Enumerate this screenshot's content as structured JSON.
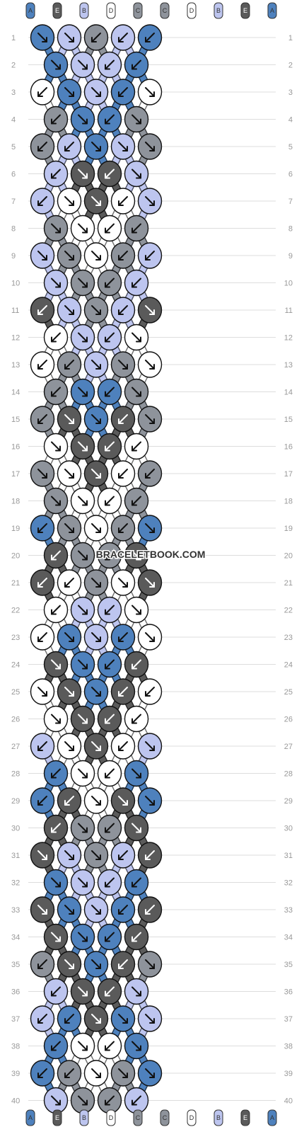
{
  "pattern": {
    "colors": {
      "A": "#4e81bd",
      "E": "#5a5a5a",
      "B": "#bdc5ef",
      "D": "#ffffff",
      "C": "#8e939b"
    },
    "strands_top": [
      "A",
      "E",
      "B",
      "D",
      "C",
      "C",
      "D",
      "B",
      "E",
      "A"
    ],
    "strands_bottom": [
      "A",
      "E",
      "B",
      "D",
      "C",
      "C",
      "D",
      "B",
      "E",
      "A"
    ],
    "row_count": 40,
    "row_labels": [
      "1",
      "2",
      "3",
      "4",
      "5",
      "6",
      "7",
      "8",
      "9",
      "10",
      "11",
      "12",
      "13",
      "14",
      "15",
      "16",
      "17",
      "18",
      "19",
      "20",
      "21",
      "22",
      "23",
      "24",
      "25",
      "26",
      "27",
      "28",
      "29",
      "30",
      "31",
      "32",
      "33",
      "34",
      "35",
      "36",
      "37",
      "38",
      "39",
      "40"
    ],
    "watermark": "BRACELETBOOK.COM",
    "rows": [
      [
        [
          "A",
          "SE"
        ],
        [
          "B",
          "SE"
        ],
        [
          "C",
          "SW"
        ],
        [
          "B",
          "SW"
        ],
        [
          "A",
          "SW"
        ]
      ],
      [
        [
          "A",
          "SE"
        ],
        [
          "B",
          "SE"
        ],
        [
          "B",
          "SW"
        ],
        [
          "A",
          "SW"
        ]
      ],
      [
        [
          "D",
          "SW"
        ],
        [
          "A",
          "SE"
        ],
        [
          "B",
          "SE"
        ],
        [
          "A",
          "SW"
        ],
        [
          "D",
          "SE"
        ]
      ],
      [
        [
          "C",
          "SW"
        ],
        [
          "A",
          "SE"
        ],
        [
          "A",
          "SW"
        ],
        [
          "C",
          "SE"
        ]
      ],
      [
        [
          "C",
          "SW"
        ],
        [
          "B",
          "SW"
        ],
        [
          "A",
          "SE"
        ],
        [
          "B",
          "SE"
        ],
        [
          "C",
          "SE"
        ]
      ],
      [
        [
          "B",
          "SW"
        ],
        [
          "E",
          "SE"
        ],
        [
          "E",
          "SW"
        ],
        [
          "B",
          "SE"
        ]
      ],
      [
        [
          "B",
          "SW"
        ],
        [
          "D",
          "SE"
        ],
        [
          "E",
          "SE"
        ],
        [
          "D",
          "SW"
        ],
        [
          "B",
          "SE"
        ]
      ],
      [
        [
          "C",
          "SE"
        ],
        [
          "D",
          "SE"
        ],
        [
          "D",
          "SW"
        ],
        [
          "C",
          "SW"
        ]
      ],
      [
        [
          "B",
          "SE"
        ],
        [
          "C",
          "SE"
        ],
        [
          "D",
          "SE"
        ],
        [
          "C",
          "SW"
        ],
        [
          "B",
          "SW"
        ]
      ],
      [
        [
          "B",
          "SE"
        ],
        [
          "C",
          "SE"
        ],
        [
          "C",
          "SW"
        ],
        [
          "B",
          "SW"
        ]
      ],
      [
        [
          "E",
          "SW"
        ],
        [
          "B",
          "SE"
        ],
        [
          "C",
          "SE"
        ],
        [
          "B",
          "SW"
        ],
        [
          "E",
          "SE"
        ]
      ],
      [
        [
          "D",
          "SW"
        ],
        [
          "B",
          "SE"
        ],
        [
          "B",
          "SW"
        ],
        [
          "D",
          "SE"
        ]
      ],
      [
        [
          "D",
          "SW"
        ],
        [
          "C",
          "SW"
        ],
        [
          "B",
          "SE"
        ],
        [
          "C",
          "SE"
        ],
        [
          "D",
          "SE"
        ]
      ],
      [
        [
          "C",
          "SW"
        ],
        [
          "A",
          "SE"
        ],
        [
          "A",
          "SW"
        ],
        [
          "C",
          "SE"
        ]
      ],
      [
        [
          "C",
          "SW"
        ],
        [
          "E",
          "SE"
        ],
        [
          "A",
          "SE"
        ],
        [
          "E",
          "SW"
        ],
        [
          "C",
          "SE"
        ]
      ],
      [
        [
          "D",
          "SE"
        ],
        [
          "E",
          "SE"
        ],
        [
          "E",
          "SW"
        ],
        [
          "D",
          "SW"
        ]
      ],
      [
        [
          "C",
          "SE"
        ],
        [
          "D",
          "SE"
        ],
        [
          "E",
          "SE"
        ],
        [
          "D",
          "SW"
        ],
        [
          "C",
          "SW"
        ]
      ],
      [
        [
          "C",
          "SE"
        ],
        [
          "D",
          "SE"
        ],
        [
          "D",
          "SW"
        ],
        [
          "C",
          "SW"
        ]
      ],
      [
        [
          "A",
          "SW"
        ],
        [
          "C",
          "SE"
        ],
        [
          "D",
          "SE"
        ],
        [
          "C",
          "SW"
        ],
        [
          "A",
          "SE"
        ]
      ],
      [
        [
          "E",
          "SW"
        ],
        [
          "C",
          "SE"
        ],
        [
          "C",
          "SW"
        ],
        [
          "E",
          "SE"
        ]
      ],
      [
        [
          "E",
          "SW"
        ],
        [
          "D",
          "SW"
        ],
        [
          "C",
          "SE"
        ],
        [
          "D",
          "SE"
        ],
        [
          "E",
          "SE"
        ]
      ],
      [
        [
          "D",
          "SW"
        ],
        [
          "B",
          "SE"
        ],
        [
          "B",
          "SW"
        ],
        [
          "D",
          "SE"
        ]
      ],
      [
        [
          "D",
          "SW"
        ],
        [
          "A",
          "SE"
        ],
        [
          "B",
          "SE"
        ],
        [
          "A",
          "SW"
        ],
        [
          "D",
          "SE"
        ]
      ],
      [
        [
          "E",
          "SE"
        ],
        [
          "A",
          "SE"
        ],
        [
          "A",
          "SW"
        ],
        [
          "E",
          "SW"
        ]
      ],
      [
        [
          "D",
          "SE"
        ],
        [
          "E",
          "SE"
        ],
        [
          "A",
          "SE"
        ],
        [
          "E",
          "SW"
        ],
        [
          "D",
          "SW"
        ]
      ],
      [
        [
          "D",
          "SE"
        ],
        [
          "E",
          "SE"
        ],
        [
          "E",
          "SW"
        ],
        [
          "D",
          "SW"
        ]
      ],
      [
        [
          "B",
          "SW"
        ],
        [
          "D",
          "SE"
        ],
        [
          "E",
          "SE"
        ],
        [
          "D",
          "SW"
        ],
        [
          "B",
          "SE"
        ]
      ],
      [
        [
          "A",
          "SW"
        ],
        [
          "D",
          "SE"
        ],
        [
          "D",
          "SW"
        ],
        [
          "A",
          "SE"
        ]
      ],
      [
        [
          "A",
          "SW"
        ],
        [
          "E",
          "SW"
        ],
        [
          "D",
          "SE"
        ],
        [
          "E",
          "SE"
        ],
        [
          "A",
          "SE"
        ]
      ],
      [
        [
          "E",
          "SW"
        ],
        [
          "C",
          "SE"
        ],
        [
          "C",
          "SW"
        ],
        [
          "E",
          "SE"
        ]
      ],
      [
        [
          "E",
          "SE"
        ],
        [
          "B",
          "SE"
        ],
        [
          "C",
          "SE"
        ],
        [
          "B",
          "SW"
        ],
        [
          "E",
          "SW"
        ]
      ],
      [
        [
          "A",
          "SE"
        ],
        [
          "B",
          "SE"
        ],
        [
          "B",
          "SW"
        ],
        [
          "A",
          "SW"
        ]
      ],
      [
        [
          "E",
          "SE"
        ],
        [
          "A",
          "SE"
        ],
        [
          "B",
          "SE"
        ],
        [
          "A",
          "SW"
        ],
        [
          "E",
          "SW"
        ]
      ],
      [
        [
          "E",
          "SE"
        ],
        [
          "A",
          "SE"
        ],
        [
          "A",
          "SW"
        ],
        [
          "E",
          "SW"
        ]
      ],
      [
        [
          "C",
          "SW"
        ],
        [
          "E",
          "SE"
        ],
        [
          "A",
          "SE"
        ],
        [
          "E",
          "SW"
        ],
        [
          "C",
          "SE"
        ]
      ],
      [
        [
          "B",
          "SW"
        ],
        [
          "E",
          "SE"
        ],
        [
          "E",
          "SW"
        ],
        [
          "B",
          "SE"
        ]
      ],
      [
        [
          "B",
          "SW"
        ],
        [
          "A",
          "SW"
        ],
        [
          "E",
          "SE"
        ],
        [
          "A",
          "SE"
        ],
        [
          "B",
          "SE"
        ]
      ],
      [
        [
          "A",
          "SW"
        ],
        [
          "D",
          "SE"
        ],
        [
          "D",
          "SW"
        ],
        [
          "A",
          "SE"
        ]
      ],
      [
        [
          "A",
          "SW"
        ],
        [
          "C",
          "SW"
        ],
        [
          "D",
          "SE"
        ],
        [
          "C",
          "SE"
        ],
        [
          "A",
          "SE"
        ]
      ],
      [
        [
          "B",
          "SE"
        ],
        [
          "C",
          "SE"
        ],
        [
          "C",
          "SW"
        ],
        [
          "B",
          "SW"
        ]
      ]
    ]
  }
}
